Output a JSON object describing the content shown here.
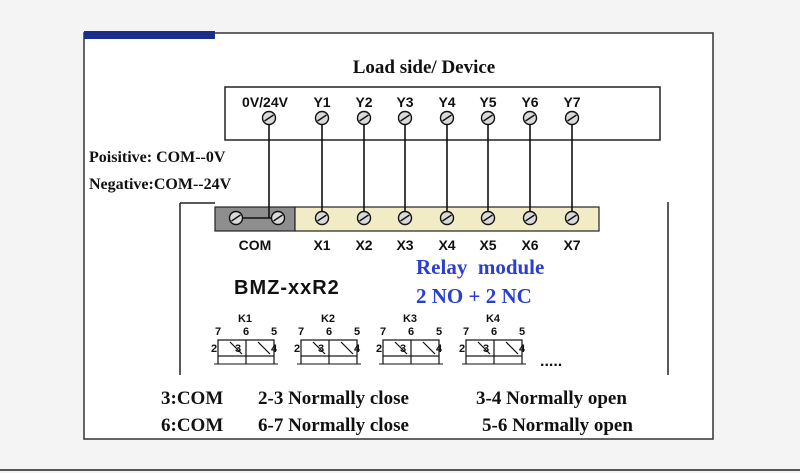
{
  "title": "Load side/ Device",
  "device_terminals": [
    "0V/24V",
    "Y1",
    "Y2",
    "Y3",
    "Y4",
    "Y5",
    "Y6",
    "Y7"
  ],
  "polarity_notes": [
    "Poisitive: COM--0V",
    "Negative:COM--24V"
  ],
  "module_terminals": {
    "com_label": "COM",
    "inputs": [
      "X1",
      "X2",
      "X3",
      "X4",
      "X5",
      "X6",
      "X7"
    ]
  },
  "model": "BMZ-xxR2",
  "module_description": [
    "Relay  module",
    "2 NO + 2 NC"
  ],
  "relays": [
    "K1",
    "K2",
    "K3",
    "K4"
  ],
  "relay_pin_labels": {
    "top": [
      "7",
      "6",
      "5"
    ],
    "bottom": [
      "2",
      "3",
      "4"
    ]
  },
  "more_indicator": ".....",
  "legend_lines": [
    [
      "3:COM",
      "2-3 Normally close",
      "3-4 Normally open"
    ],
    [
      "6:COM",
      "6-7 Normally close",
      "5-6 Normally open"
    ]
  ],
  "colors": {
    "accent_bar": "#1a2f8c",
    "module_strip": "#f1ecc6",
    "com_block": "#8e8e8e",
    "description_text": "#2a3fd0"
  }
}
